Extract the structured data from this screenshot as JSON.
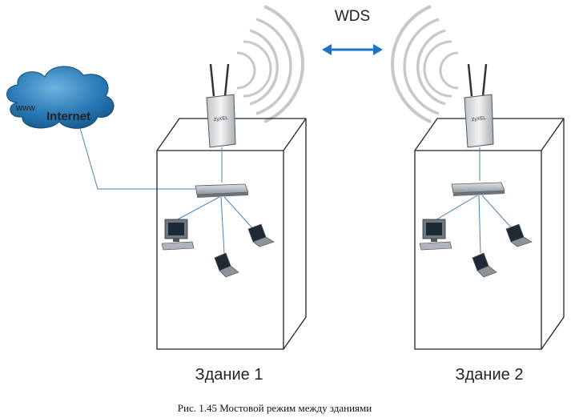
{
  "diagram": {
    "wds_label": "WDS",
    "internet_label": "Internet",
    "internet_prefix": "www",
    "building_1_label": "Здание 1",
    "building_2_label": "Здание 2",
    "access_point_brand": "ZyXEL",
    "caption": "Рис. 1.45 Мостовой режим между зданиями"
  },
  "colors": {
    "cloud": "#1f6fa6",
    "arrow": "#1a73c9",
    "cable": "#4a7fb0",
    "outline": "#222222"
  }
}
